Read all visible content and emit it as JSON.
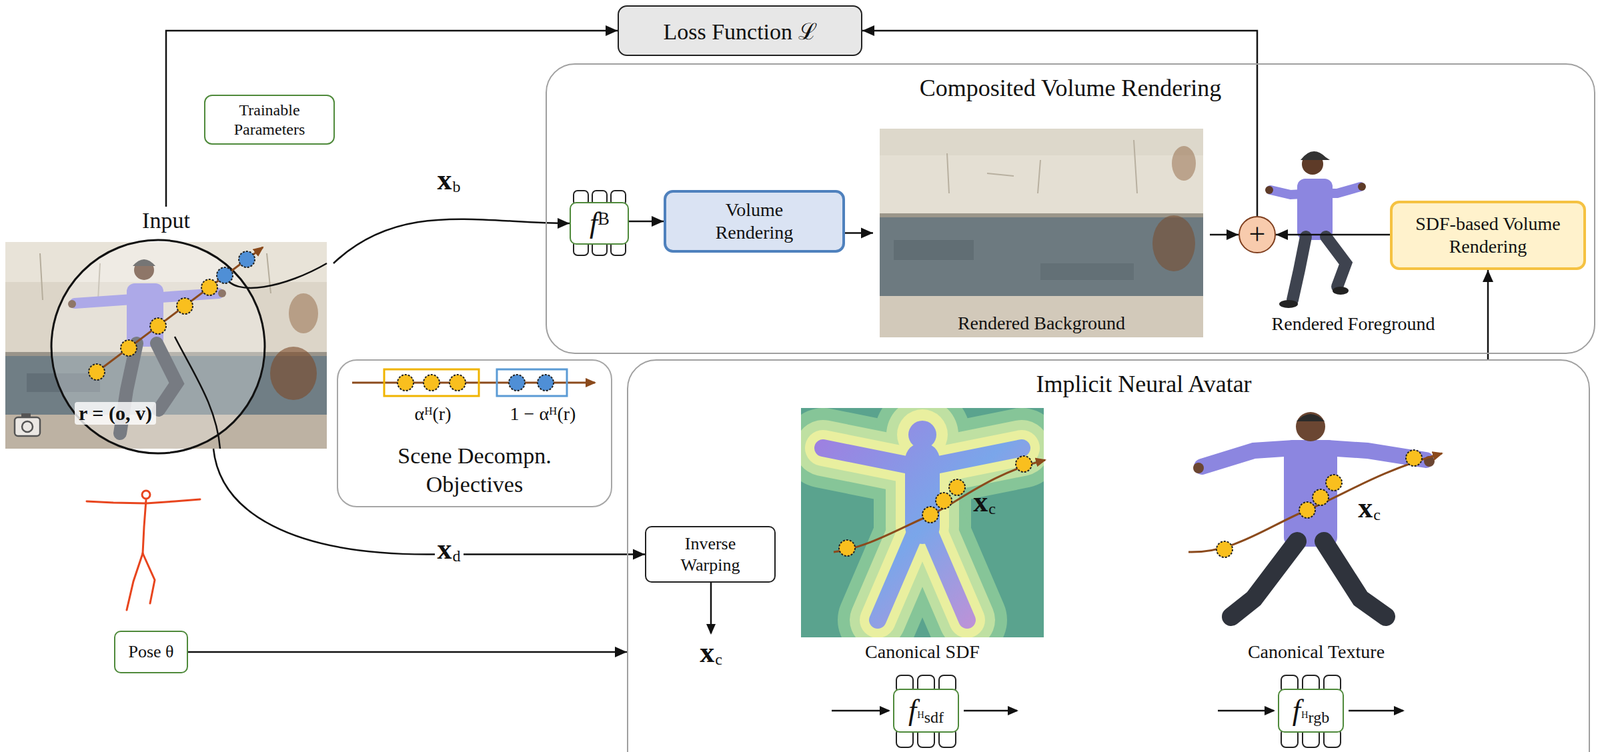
{
  "diagram": {
    "nodes": [
      {
        "text": [
          "Loss Function ℒ"
        ]
      },
      {
        "text": [
          "Input"
        ]
      },
      {
        "text": [
          "Composited Volume Rendering"
        ]
      },
      {
        "text": [
          "fᴮ"
        ],
        "in": 2
      },
      {
        "text": [
          "Volume Rendering"
        ],
        "in": 2
      },
      {
        "text": [
          "Rendered Background"
        ],
        "in": 2
      },
      {
        "text": [
          "+"
        ],
        "in": 2
      },
      {
        "text": [
          "Rendered Foreground"
        ],
        "in": 2
      },
      {
        "text": [
          "SDF-based Volume Rendering"
        ],
        "in": 2
      },
      {
        "text": [
          "αᴴ(r)",
          "1 − αᴴ(r)",
          "Scene Decompn. Objectives"
        ]
      },
      {
        "text": [
          "Implicit Neural Avatar"
        ]
      },
      {
        "text": [
          "Inverse Warping"
        ],
        "in": 10
      },
      {
        "text": [
          "Canonical SDF"
        ],
        "in": 10
      },
      {
        "text": [
          "fᴴsdf"
        ],
        "in": 10
      },
      {
        "text": [
          "Canonical Texture"
        ],
        "in": 10
      },
      {
        "text": [
          "fᴴrgb"
        ],
        "in": 10
      },
      {
        "text": [
          "Pose θ"
        ]
      }
    ],
    "edges": [
      {
        "from": 1,
        "to": 0,
        "arrow": "to"
      },
      {
        "from": 6,
        "to": 0,
        "arrow": "to"
      },
      {
        "from": 1,
        "to": 3,
        "label": "xb",
        "arrow": "to"
      },
      {
        "from": 3,
        "to": 4,
        "arrow": "to"
      },
      {
        "from": 4,
        "to": 5,
        "arrow": "to"
      },
      {
        "from": 5,
        "to": 6,
        "arrow": "to"
      },
      {
        "from": 8,
        "to": 6,
        "arrow": "to"
      },
      {
        "from": 10,
        "to": 8,
        "arrow": "to"
      },
      {
        "from": 1,
        "to": 11,
        "label": "xd",
        "arrow": "to"
      },
      {
        "from": 16,
        "to": 10,
        "arrow": "to"
      }
    ],
    "labels": [
      "r = (o, v)",
      "xc",
      "xc",
      "xc"
    ],
    "legend": [
      {
        "text": "Trainable Parameters"
      }
    ]
  }
}
